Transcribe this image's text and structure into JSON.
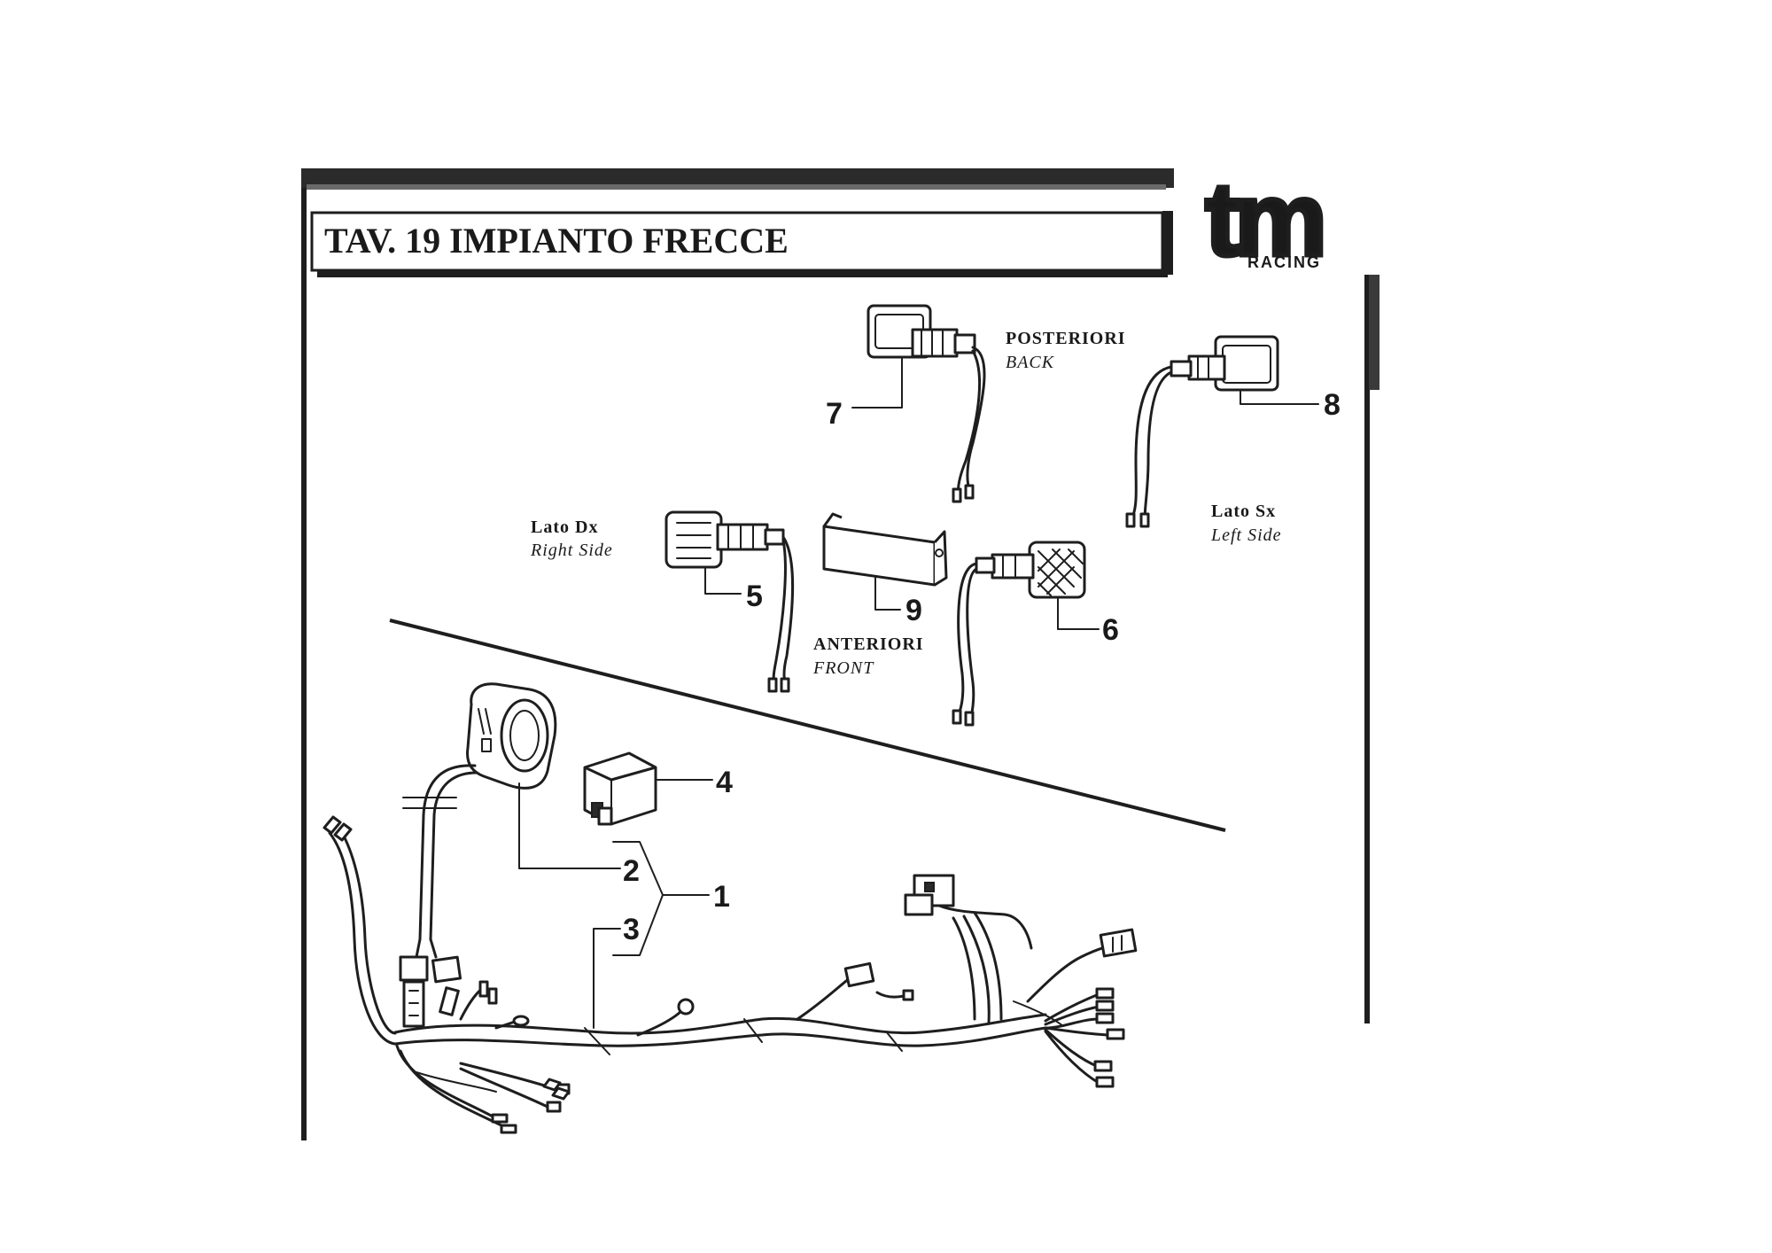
{
  "header": {
    "title": "TAV. 19 IMPIANTO FRECCE",
    "brand": {
      "logo_text": "tm",
      "subtitle": "RACING"
    }
  },
  "groups": {
    "back": {
      "label": "POSTERIORI",
      "label_en": "BACK"
    },
    "front": {
      "label": "ANTERIORI",
      "label_en": "FRONT"
    },
    "right_side": {
      "label": "Lato Dx",
      "label_en": "Right Side"
    },
    "left_side": {
      "label": "Lato Sx",
      "label_en": "Left Side"
    }
  },
  "callouts": [
    "1",
    "2",
    "3",
    "4",
    "5",
    "6",
    "7",
    "8",
    "9"
  ]
}
